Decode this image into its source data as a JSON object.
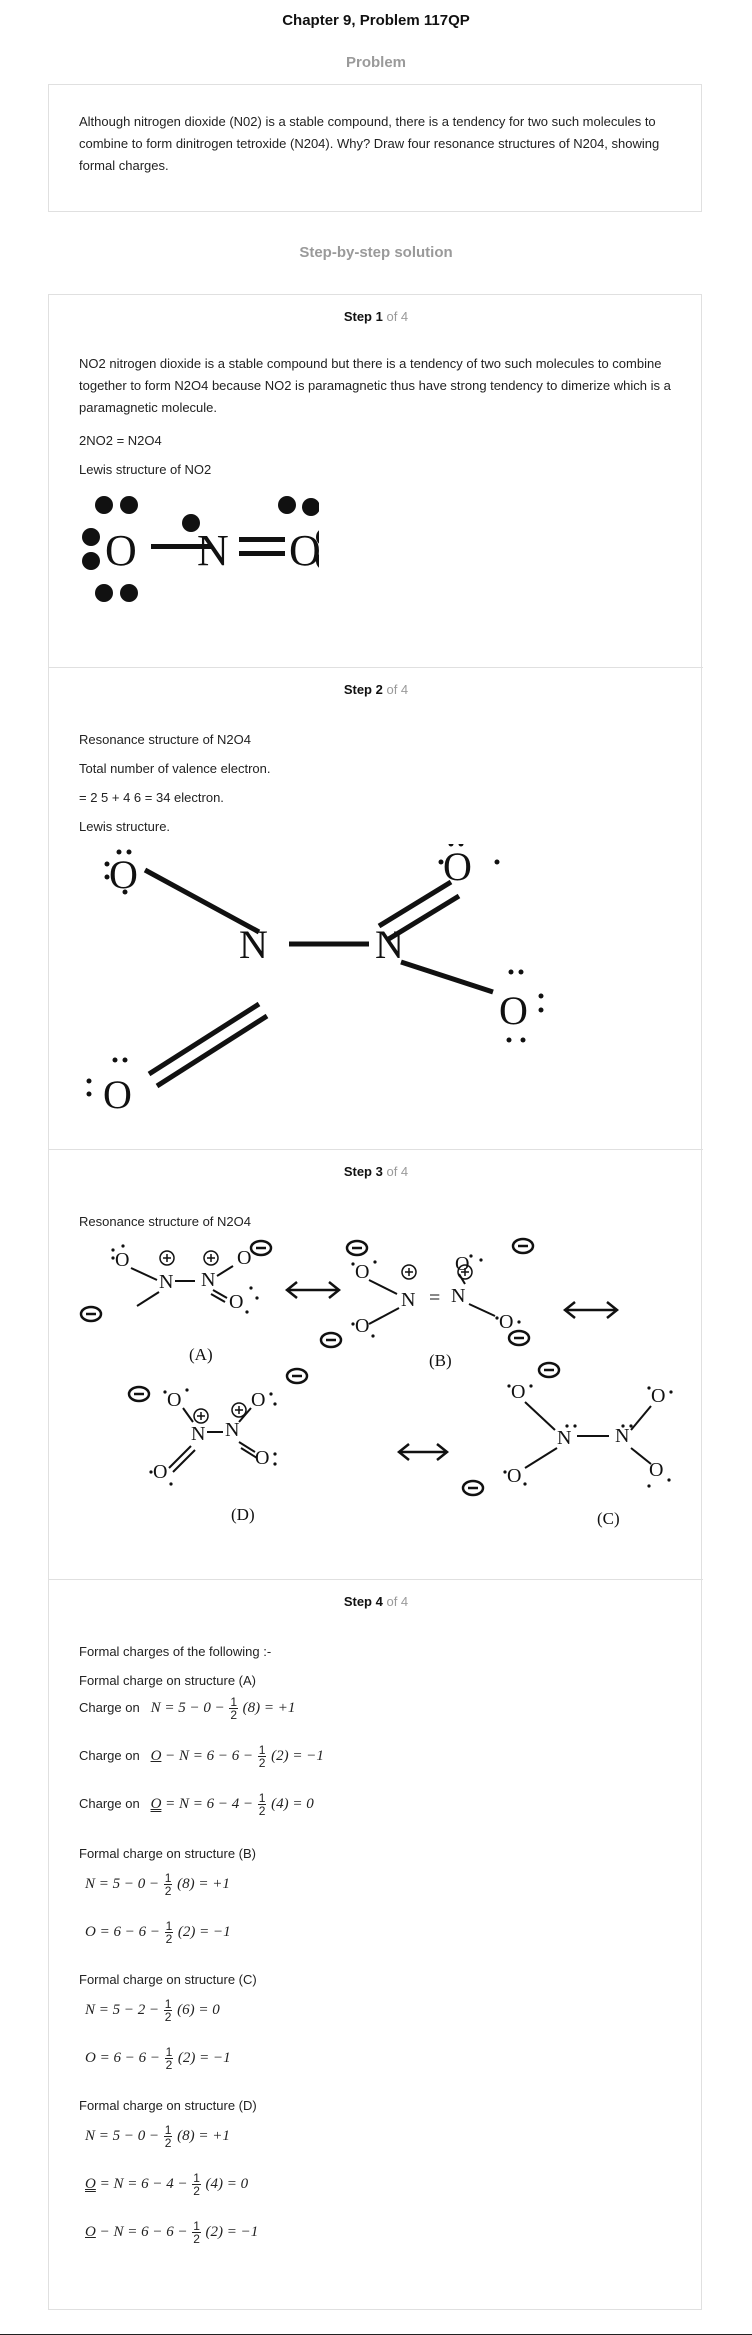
{
  "header": {
    "title": "Chapter 9, Problem 117QP"
  },
  "problem": {
    "heading": "Problem",
    "text": "Although nitrogen dioxide (N02) is a stable compound, there is a tendency for two such molecules to combine to form dinitrogen tetroxide (N204). Why? Draw four resonance structures of N204, showing formal charges."
  },
  "solution": {
    "heading": "Step-by-step solution",
    "of_label": "of 4",
    "steps": [
      {
        "label": "Step 1",
        "p1": "NO2 nitrogen dioxide is a stable compound but there is a tendency of two such molecules to combine together to form N2O4 because NO2 is paramagnetic thus have strong tendency to dimerize which is a paramagnetic molecule.",
        "p2": "2NO2 = N2O4",
        "p3": "Lewis structure of NO2",
        "fig": {
          "atoms": [
            "O",
            "N",
            "O"
          ]
        }
      },
      {
        "label": "Step 2",
        "p1": "Resonance structure of N2O4",
        "p2": "Total number of valence electron.",
        "p3": "= 2 5 + 4 6 = 34 electron.",
        "p4": "Lewis structure.",
        "fig": {
          "atoms": [
            "O",
            "N",
            "N",
            "O",
            "O",
            "O"
          ]
        }
      },
      {
        "label": "Step 3",
        "p1": "Resonance structure of N2O4",
        "fig": {
          "labels": [
            "(A)",
            "(B)",
            "(D)",
            "(C)"
          ],
          "plus": "+",
          "minus": "−",
          "equals": "="
        }
      },
      {
        "label": "Step 4",
        "p1": "Formal charges of the following :-",
        "a_head": "Formal charge on structure (A)",
        "charge_on": "Charge on",
        "a1": {
          "lhs": "N",
          "expr": "= 5 − 0 −",
          "num": "1",
          "den": "2",
          "tail": "(8) = +1"
        },
        "a2": {
          "lhs": "O",
          "lhs2": "− N",
          "expr": "= 6 − 6 −",
          "num": "1",
          "den": "2",
          "tail": "(2) = −1"
        },
        "a3": {
          "lhs": "O",
          "lhs2": "= N",
          "expr": "= 6 − 4 −",
          "num": "1",
          "den": "2",
          "tail": "(4) = 0"
        },
        "b_head": "Formal charge on structure (B)",
        "b1": {
          "lhs": "N",
          "expr": "= 5 − 0 −",
          "num": "1",
          "den": "2",
          "tail": "(8) = +1"
        },
        "b2": {
          "lhs": "O",
          "expr": "= 6 − 6 −",
          "num": "1",
          "den": "2",
          "tail": "(2) = −1"
        },
        "c_head": "Formal charge on structure (C)",
        "c1": {
          "lhs": "N",
          "expr": "= 5 − 2 −",
          "num": "1",
          "den": "2",
          "tail": "(6) = 0"
        },
        "c2": {
          "lhs": "O",
          "expr": "= 6 − 6 −",
          "num": "1",
          "den": "2",
          "tail": "(2) = −1"
        },
        "d_head": "Formal charge on structure (D)",
        "d1": {
          "lhs": "N",
          "expr": "= 5 − 0 −",
          "num": "1",
          "den": "2",
          "tail": "(8) = +1"
        },
        "d2": {
          "lhs": "O",
          "lhs2": "= N",
          "expr": "= 6 − 4 −",
          "num": "1",
          "den": "2",
          "tail": "(4) = 0"
        },
        "d3": {
          "lhs": "O",
          "lhs2": "− N",
          "expr": "= 6 − 6 −",
          "num": "1",
          "den": "2",
          "tail": "(2) = −1"
        }
      }
    ]
  }
}
